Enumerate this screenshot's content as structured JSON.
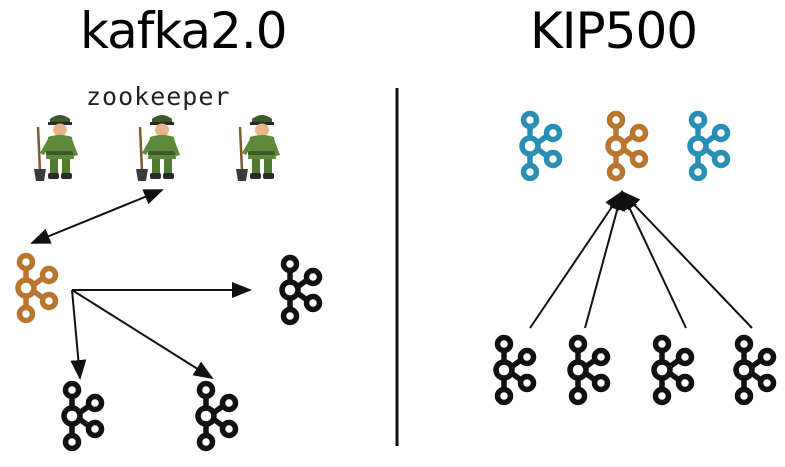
{
  "left": {
    "title": "kafka2.0",
    "zookeeper_label": "zookeeper",
    "zookeeper_nodes": 3,
    "controller_color": "#b9762f",
    "broker_color": "#111111"
  },
  "right": {
    "title": "KIP500",
    "quorum_colors": [
      "#2a8fb4",
      "#b9762f",
      "#2a8fb4"
    ],
    "broker_count": 4,
    "broker_color": "#111111"
  },
  "colors": {
    "zk_uniform": "#5c8a3a",
    "zk_skin": "#e8b48a",
    "arrow": "#111111",
    "divider": "#111111"
  },
  "icons": [
    "zookeeper-keeper-icon",
    "kafka-logo-icon"
  ]
}
